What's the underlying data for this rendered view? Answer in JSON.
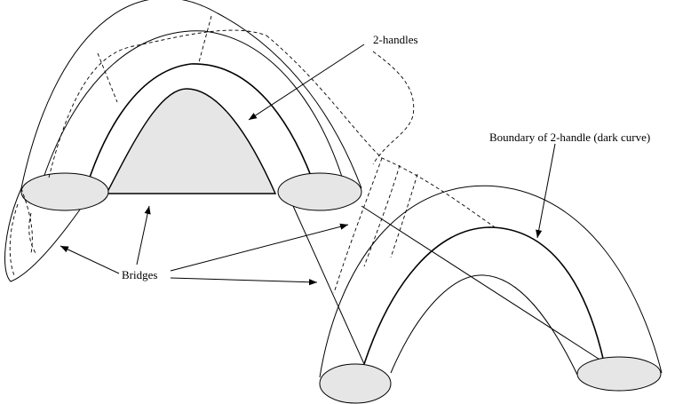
{
  "labels": {
    "two_handles": "2-handles",
    "boundary": "Boundary of 2-handle (dark curve)",
    "bridges": "Bridges"
  },
  "colors": {
    "stroke": "#000000",
    "handle_fill": "#e6e6e6",
    "background": "#ffffff"
  }
}
